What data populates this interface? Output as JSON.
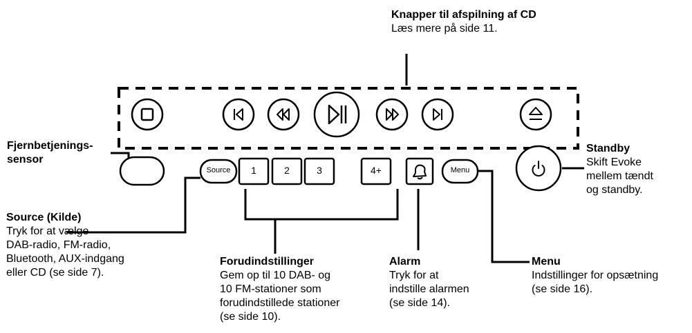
{
  "cd_buttons_callout": {
    "title": "Knapper til afspilning af CD",
    "description": "Læs mere på side 11."
  },
  "remote_sensor_callout": {
    "title": "Fjernbetjenings-\nsensor"
  },
  "standby_callout": {
    "title": "Standby",
    "description": "Skift Evoke\nmellem tændt\nog standby."
  },
  "source_callout": {
    "title": "Source (Kilde)",
    "description": "Tryk for at vælge\nDAB-radio, FM-radio,\nBluetooth, AUX-indgang\neller CD (se side 7)."
  },
  "presets_callout": {
    "title": "Forudindstillinger",
    "description": "Gem op til 10 DAB- og\n10 FM-stationer som\nforudindstillede stationer\n(se side 10)."
  },
  "alarm_callout": {
    "title": "Alarm",
    "description": "Tryk for at\nindstille alarmen\n(se side 14)."
  },
  "menu_callout": {
    "title": "Menu",
    "description": "Indstillinger for opsætning\n(se side 16)."
  },
  "keys": {
    "source": "Source",
    "preset_1": "1",
    "preset_2": "2",
    "preset_3": "3",
    "preset_4": "4+",
    "menu": "Menu"
  },
  "icons": {
    "stop": "stop-icon",
    "previous": "skip-previous-icon",
    "rewind": "rewind-icon",
    "play_pause": "play-pause-icon",
    "fast_forward": "fast-forward-icon",
    "next": "skip-next-icon",
    "eject": "eject-icon",
    "power": "power-icon",
    "alarm": "bell-icon"
  }
}
